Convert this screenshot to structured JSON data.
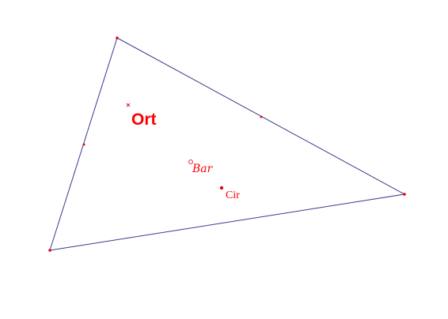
{
  "colors": {
    "edge": "#3a3a8c",
    "point": "#e8001c",
    "label": "#ff0000",
    "background": "#ffffff"
  },
  "labels": {
    "orthocenter": "Ort",
    "barycenter": "Bar",
    "circumcenter": "Cir"
  }
}
